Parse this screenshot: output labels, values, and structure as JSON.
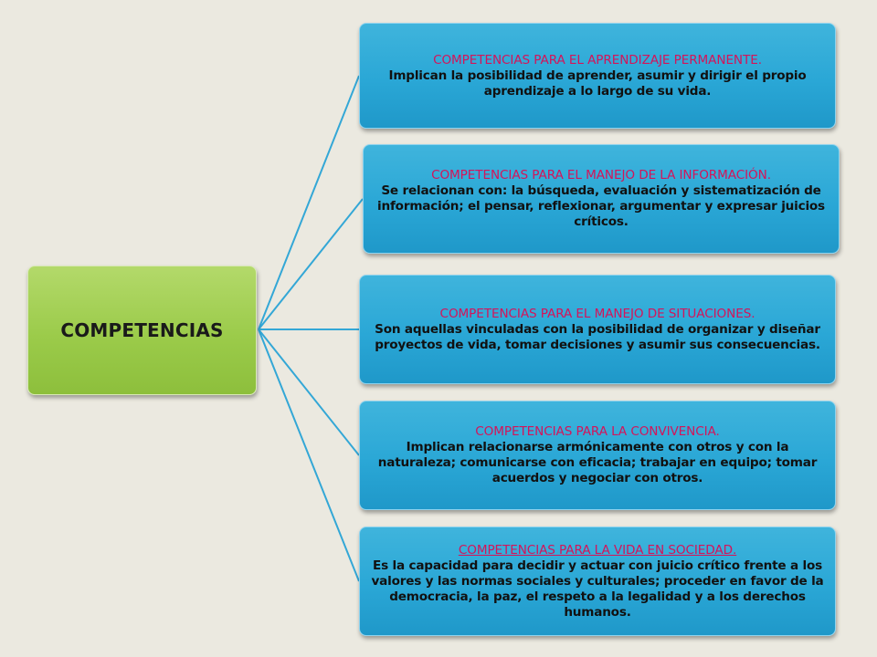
{
  "colors": {
    "background": "#ebe9e0",
    "root_fill": "#9bcb4a",
    "node_fill": "#2aa7d6",
    "title_text": "#d4145a",
    "body_text": "#111111",
    "connector": "#33a7d6"
  },
  "root": {
    "label": "COMPETENCIAS"
  },
  "nodes": [
    {
      "title": "COMPETENCIAS PARA EL APRENDIZAJE PERMANENTE.",
      "body": "Implican la posibilidad de aprender, asumir y dirigir el propio aprendizaje a lo largo de su vida."
    },
    {
      "title": "COMPETENCIAS PARA EL MANEJO DE LA INFORMACIÓN.",
      "body": "Se relacionan con: la búsqueda, evaluación y sistematización de información; el pensar, reflexionar, argumentar y expresar juicios críticos."
    },
    {
      "title": "COMPETENCIAS PARA EL MANEJO DE SITUACIONES.",
      "body": "Son aquellas vinculadas con la posibilidad de organizar y diseñar proyectos de vida, tomar decisiones y asumir sus consecuencias."
    },
    {
      "title": "COMPETENCIAS PARA LA CONVIVENCIA.",
      "body": "Implican relacionarse armónicamente con otros y con la naturaleza; comunicarse con eficacia; trabajar en equipo; tomar acuerdos y negociar con otros."
    },
    {
      "title": "COMPETENCIAS PARA LA VIDA EN SOCIEDAD.",
      "body": "Es la capacidad para decidir y actuar con juicio crítico frente a los valores y las normas sociales y culturales; proceder en favor de la democracia, la paz, el respeto a la legalidad y a los derechos humanos."
    }
  ]
}
